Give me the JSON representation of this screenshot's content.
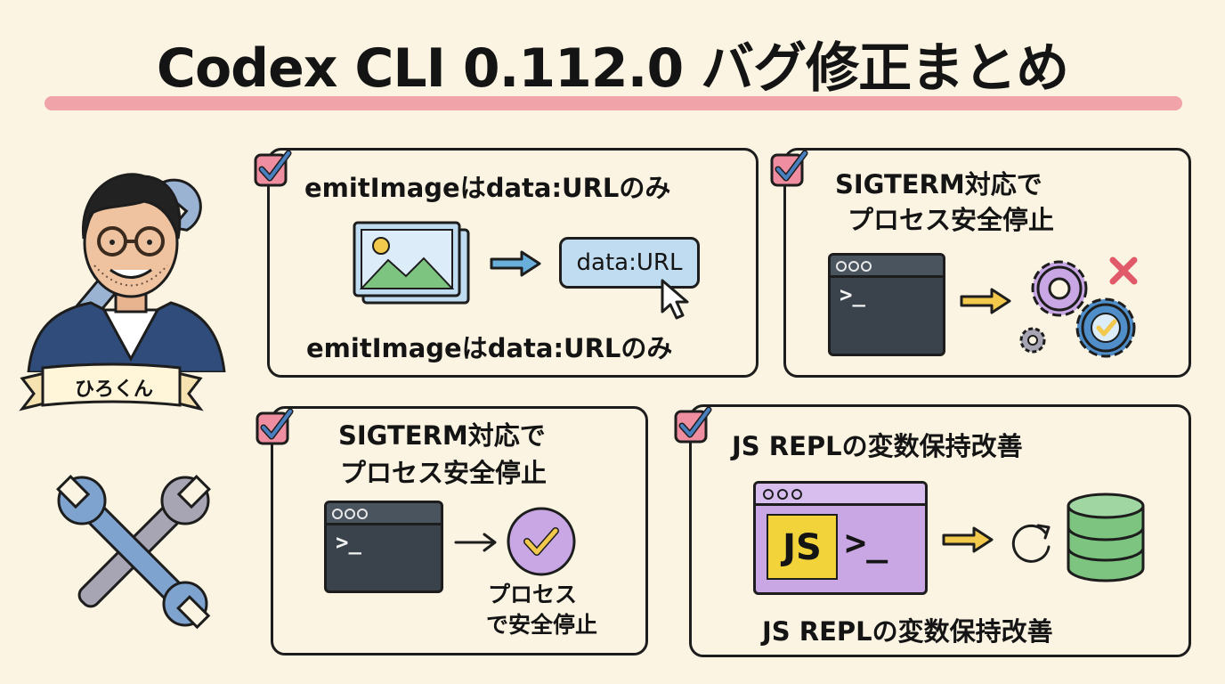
{
  "header": {
    "title": "Codex CLI 0.112.0 バグ修正まとめ"
  },
  "character": {
    "name": "ひろくん"
  },
  "cards": [
    {
      "title": "emitImageはdata:URLのみ",
      "badge": "data:URL",
      "caption": "emitImageはdata:URLのみ",
      "icons": [
        "image-icon",
        "arrow-right-icon",
        "cursor-icon"
      ]
    },
    {
      "title_line1": "SIGTERM対応で",
      "title_line2": "プロセス安全停止",
      "prompt": ">_",
      "icons": [
        "terminal-icon",
        "arrow-right-icon",
        "gears-icon",
        "x-icon",
        "check-gear-icon"
      ]
    },
    {
      "title_line1": "SIGTERM対応で",
      "title_line2": "プロセス安全停止",
      "prompt": ">_",
      "caption_line1": "プロセス",
      "caption_line2": "で安全停止",
      "icons": [
        "terminal-icon",
        "arrow-right-icon",
        "check-circle-icon"
      ]
    },
    {
      "title": "JS REPLの変数保持改善",
      "js_label": "JS",
      "prompt": ">_",
      "caption": "JS REPLの変数保持改善",
      "icons": [
        "js-terminal-icon",
        "arrow-right-icon",
        "refresh-icon",
        "database-icon"
      ]
    }
  ],
  "colors": {
    "background": "#fbf4e2",
    "checkbox": "#ef8ea0",
    "checkmark": "#4a7fbf",
    "highlight": "#f0a3a9",
    "image_blue": "#bfdcf1",
    "terminal": "#3a434c",
    "arrow_blue": "#6aaedc",
    "arrow_yellow": "#f2c94c",
    "purple": "#c9a6e4",
    "green": "#7cc47f"
  }
}
